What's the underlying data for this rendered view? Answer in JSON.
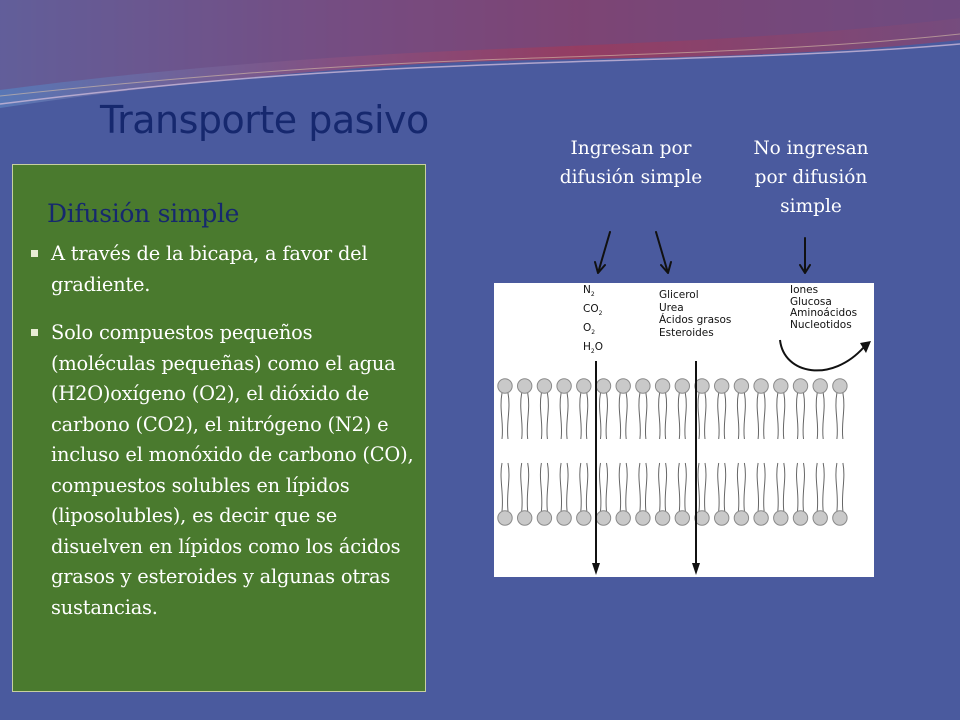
{
  "slide": {
    "title": "Transporte pasivo",
    "subtitle": "Difusión simple",
    "bullets": [
      "A través de la bicapa, a favor del gradiente.",
      "Solo compuestos pequeños (moléculas pequeñas) como el agua (H2O)oxígeno (O2), el dióxido de carbono (CO2), el nitrógeno (N2) e incluso el monóxido de carbono (CO), compuestos solubles en lípidos (liposolubles), es decir que se disuelven en lípidos como los ácidos grasos y esteroides y algunas otras sustancias."
    ]
  },
  "diagram": {
    "label_enter": "Ingresan por difusión simple",
    "label_no_enter": "No ingresan por difusión simple",
    "gases": [
      {
        "base": "N",
        "sub": "2"
      },
      {
        "base": "CO",
        "sub": "2"
      },
      {
        "base": "O",
        "sub": "2"
      },
      {
        "base": "H",
        "sub": "2",
        "tail": "O"
      }
    ],
    "polar_molecules": [
      "Glicerol",
      "Urea",
      "Ácidos grasos",
      "Esteroides"
    ],
    "blocked_molecules": [
      "Iones",
      "Glucosa",
      "Aminoácidos",
      "Nucleotidos"
    ]
  },
  "colors": {
    "background": "#4a5a9e",
    "panel": "#4a7a2e",
    "title": "#16286e",
    "text": "#ffffff"
  }
}
